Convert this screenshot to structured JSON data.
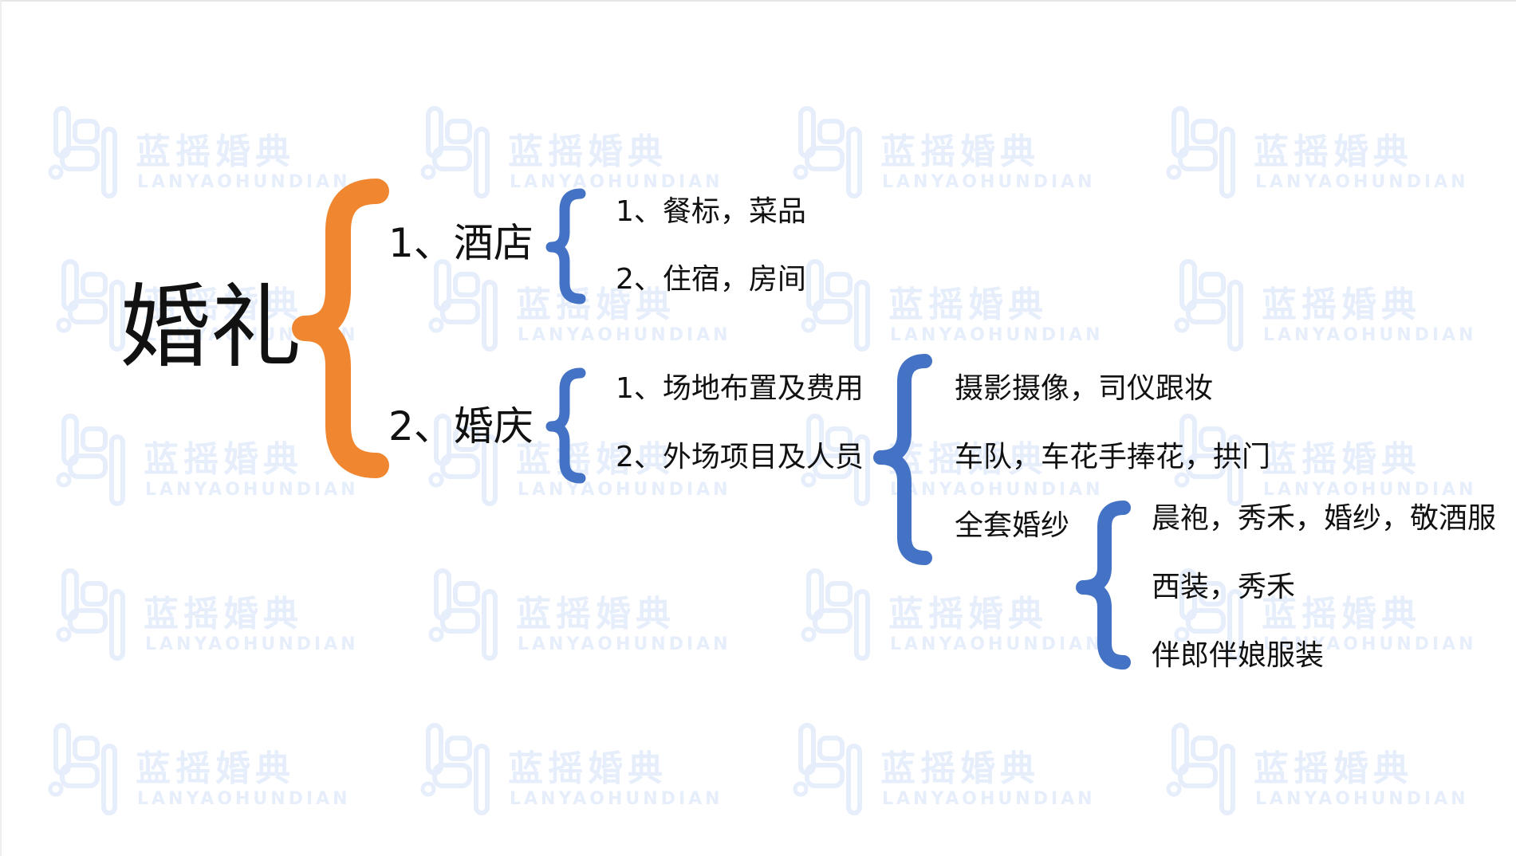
{
  "watermark": {
    "text": "蓝摇婚典",
    "subtext": "LANYAOHUNDIAN",
    "color": "#e6eefb"
  },
  "colors": {
    "root_brace": "#f0862f",
    "sub_brace": "#4472c4"
  },
  "diagram": {
    "root": "婚礼",
    "branches": [
      {
        "label": "1、酒店",
        "items": [
          "1、餐标，菜品",
          "2、住宿，房间"
        ]
      },
      {
        "label": "2、婚庆",
        "items": [
          "1、场地布置及费用",
          "2、外场项目及人员"
        ],
        "details": [
          "摄影摄像，司仪跟妆",
          "车队，车花手捧花，拱门",
          "全套婚纱"
        ],
        "sub_details": [
          "晨袍，秀禾，婚纱，敬酒服",
          "西装，秀禾",
          "伴郎伴娘服装"
        ]
      }
    ]
  }
}
